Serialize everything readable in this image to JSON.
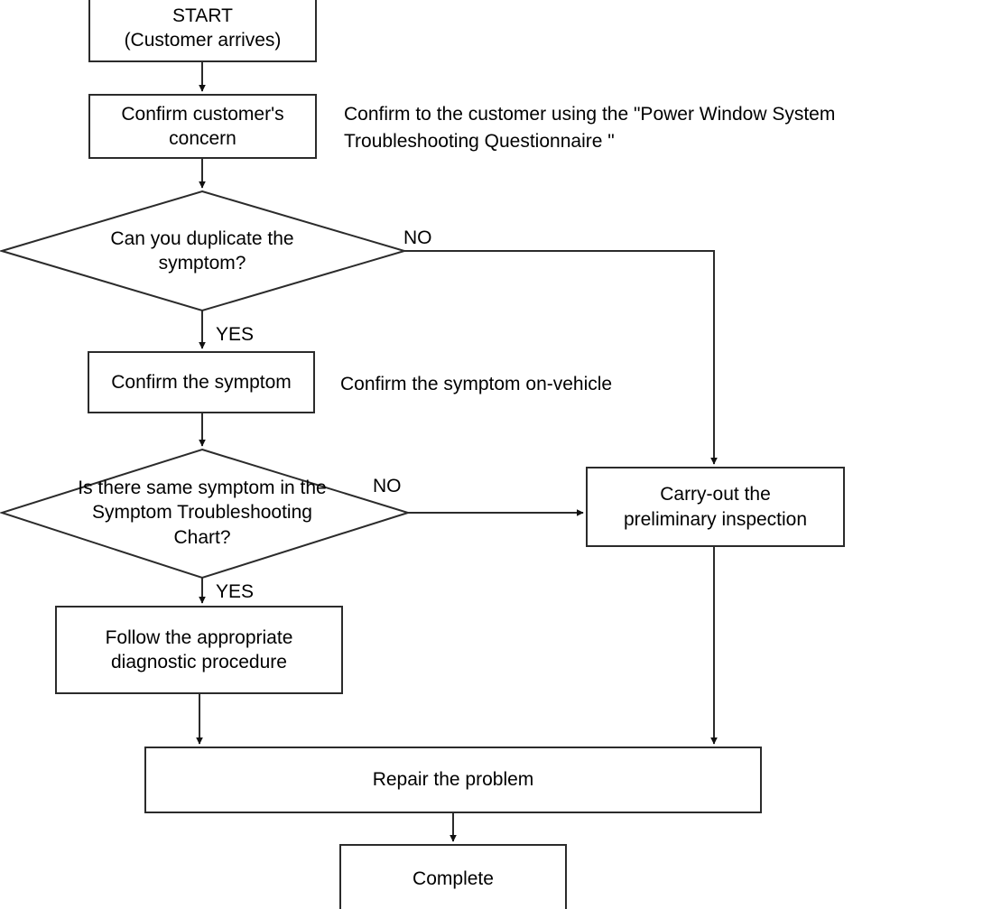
{
  "diagram": {
    "title": "Power Window System Troubleshooting Flow",
    "stroke_color": "#2b2b2b",
    "fill_color": "#ffffff",
    "text_color": "#000000",
    "background": "#ffffff"
  },
  "nodes": {
    "start": {
      "label": "START\n(Customer arrives)",
      "shape": "rectangle"
    },
    "confirm_concern": {
      "label": "Confirm customer's\nconcern",
      "shape": "rectangle"
    },
    "duplicate_decision": {
      "label": "Can you duplicate the\nsymptom?",
      "shape": "diamond"
    },
    "confirm_symptom": {
      "label": "Confirm the symptom",
      "shape": "rectangle"
    },
    "chart_decision": {
      "label": "Is there same symptom in the\nSymptom Troubleshooting\nChart?",
      "shape": "diamond"
    },
    "preliminary_inspection": {
      "label": "Carry-out the\npreliminary inspection",
      "shape": "rectangle"
    },
    "diagnostic_procedure": {
      "label": "Follow the appropriate\ndiagnostic procedure",
      "shape": "rectangle"
    },
    "repair": {
      "label": "Repair the problem",
      "shape": "rectangle"
    },
    "complete": {
      "label": "Complete",
      "shape": "rectangle"
    }
  },
  "edge_labels": {
    "duplicate_no": "NO",
    "duplicate_yes": "YES",
    "chart_no": "NO",
    "chart_yes": "YES"
  },
  "annotations": {
    "questionnaire": "Confirm to the customer using the \"Power Window System\nTroubleshooting Questionnaire \"",
    "on_vehicle": "Confirm the symptom on-vehicle"
  }
}
